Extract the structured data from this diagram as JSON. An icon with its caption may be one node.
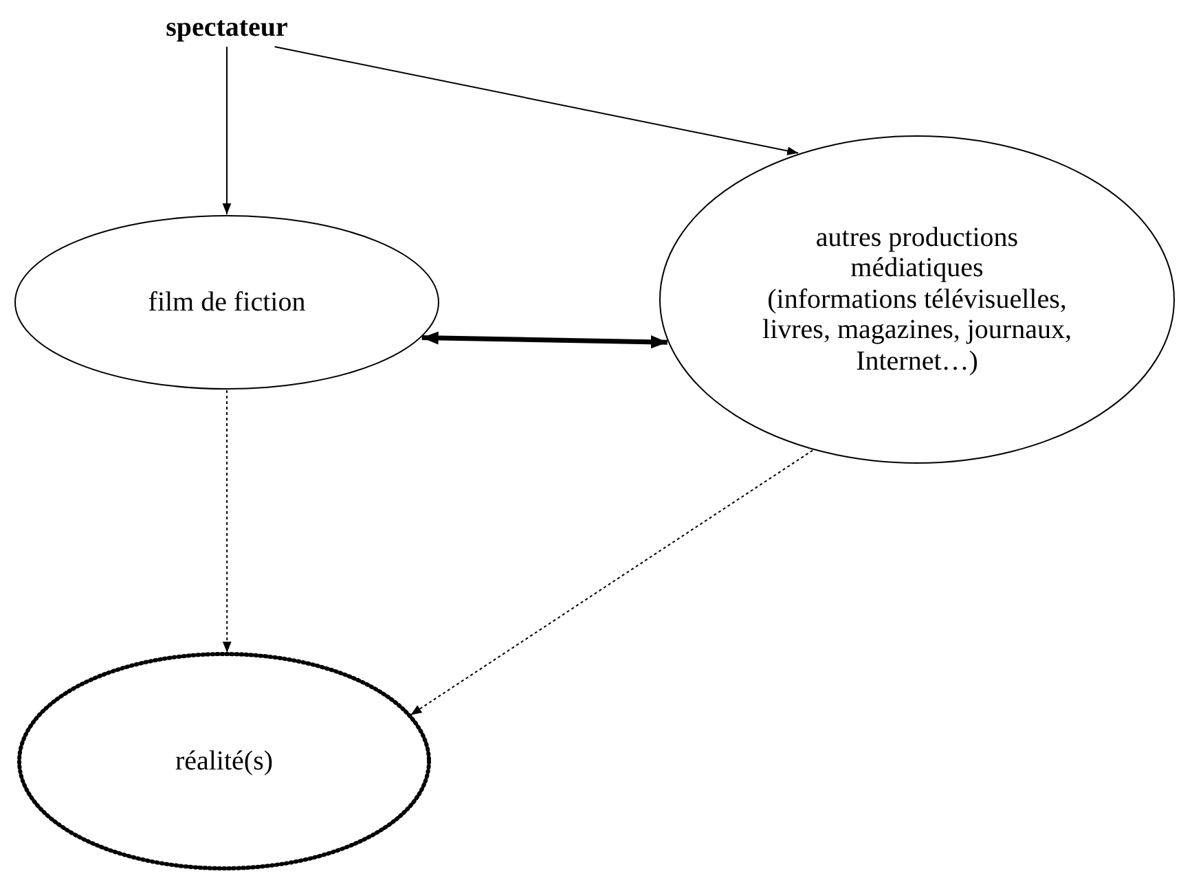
{
  "diagram": {
    "nodes": [
      {
        "text": [
          "spectateur"
        ]
      },
      {
        "text": [
          "film de fiction"
        ]
      },
      {
        "text": [
          "autres productions médiatiques",
          "(informations télévisuelles, livres, magazines, journaux, Internet…)"
        ]
      },
      {
        "text": [
          "réalité(s)"
        ]
      }
    ],
    "edges": [
      {
        "from": 0,
        "to": 1,
        "arrow": "to"
      },
      {
        "from": 0,
        "to": 2,
        "arrow": "to"
      },
      {
        "from": 1,
        "to": 2,
        "arrow": "both",
        "style": "thick"
      },
      {
        "from": 1,
        "to": 3,
        "arrow": "to",
        "style": "dashed"
      },
      {
        "from": 2,
        "to": 3,
        "arrow": "to",
        "style": "dashed"
      }
    ]
  }
}
